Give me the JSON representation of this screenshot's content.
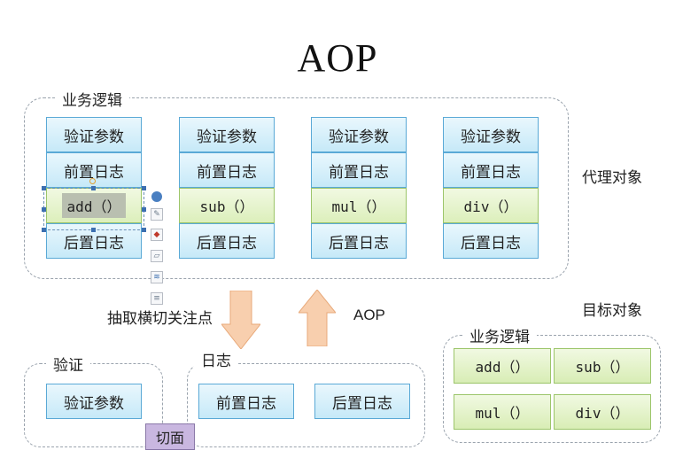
{
  "title": "AOP",
  "proxy_group": {
    "label": "业务逻辑",
    "columns": [
      {
        "rows": [
          "验证参数",
          "前置日志",
          "add（）",
          "后置日志"
        ]
      },
      {
        "rows": [
          "验证参数",
          "前置日志",
          "sub（）",
          "后置日志"
        ]
      },
      {
        "rows": [
          "验证参数",
          "前置日志",
          "mul（）",
          "后置日志"
        ]
      },
      {
        "rows": [
          "验证参数",
          "前置日志",
          "div（）",
          "后置日志"
        ]
      }
    ]
  },
  "proxy_object_label": "代理对象",
  "target_object_label": "目标对象",
  "extract_label": "抽取横切关注点",
  "aop_label": "AOP",
  "validation_group": {
    "label": "验证",
    "item": "验证参数"
  },
  "log_group": {
    "label": "日志",
    "items": [
      "前置日志",
      "后置日志"
    ]
  },
  "aspect_label": "切面",
  "business_group": {
    "label": "业务逻辑",
    "items": [
      "add（）",
      "sub（）",
      "mul（）",
      "div（）"
    ]
  },
  "colors": {
    "blue_cell": "#c6e9f8",
    "green_cell": "#dcefbb",
    "arrow": "#f7c6a0",
    "aspect": "#c9b7e0"
  }
}
